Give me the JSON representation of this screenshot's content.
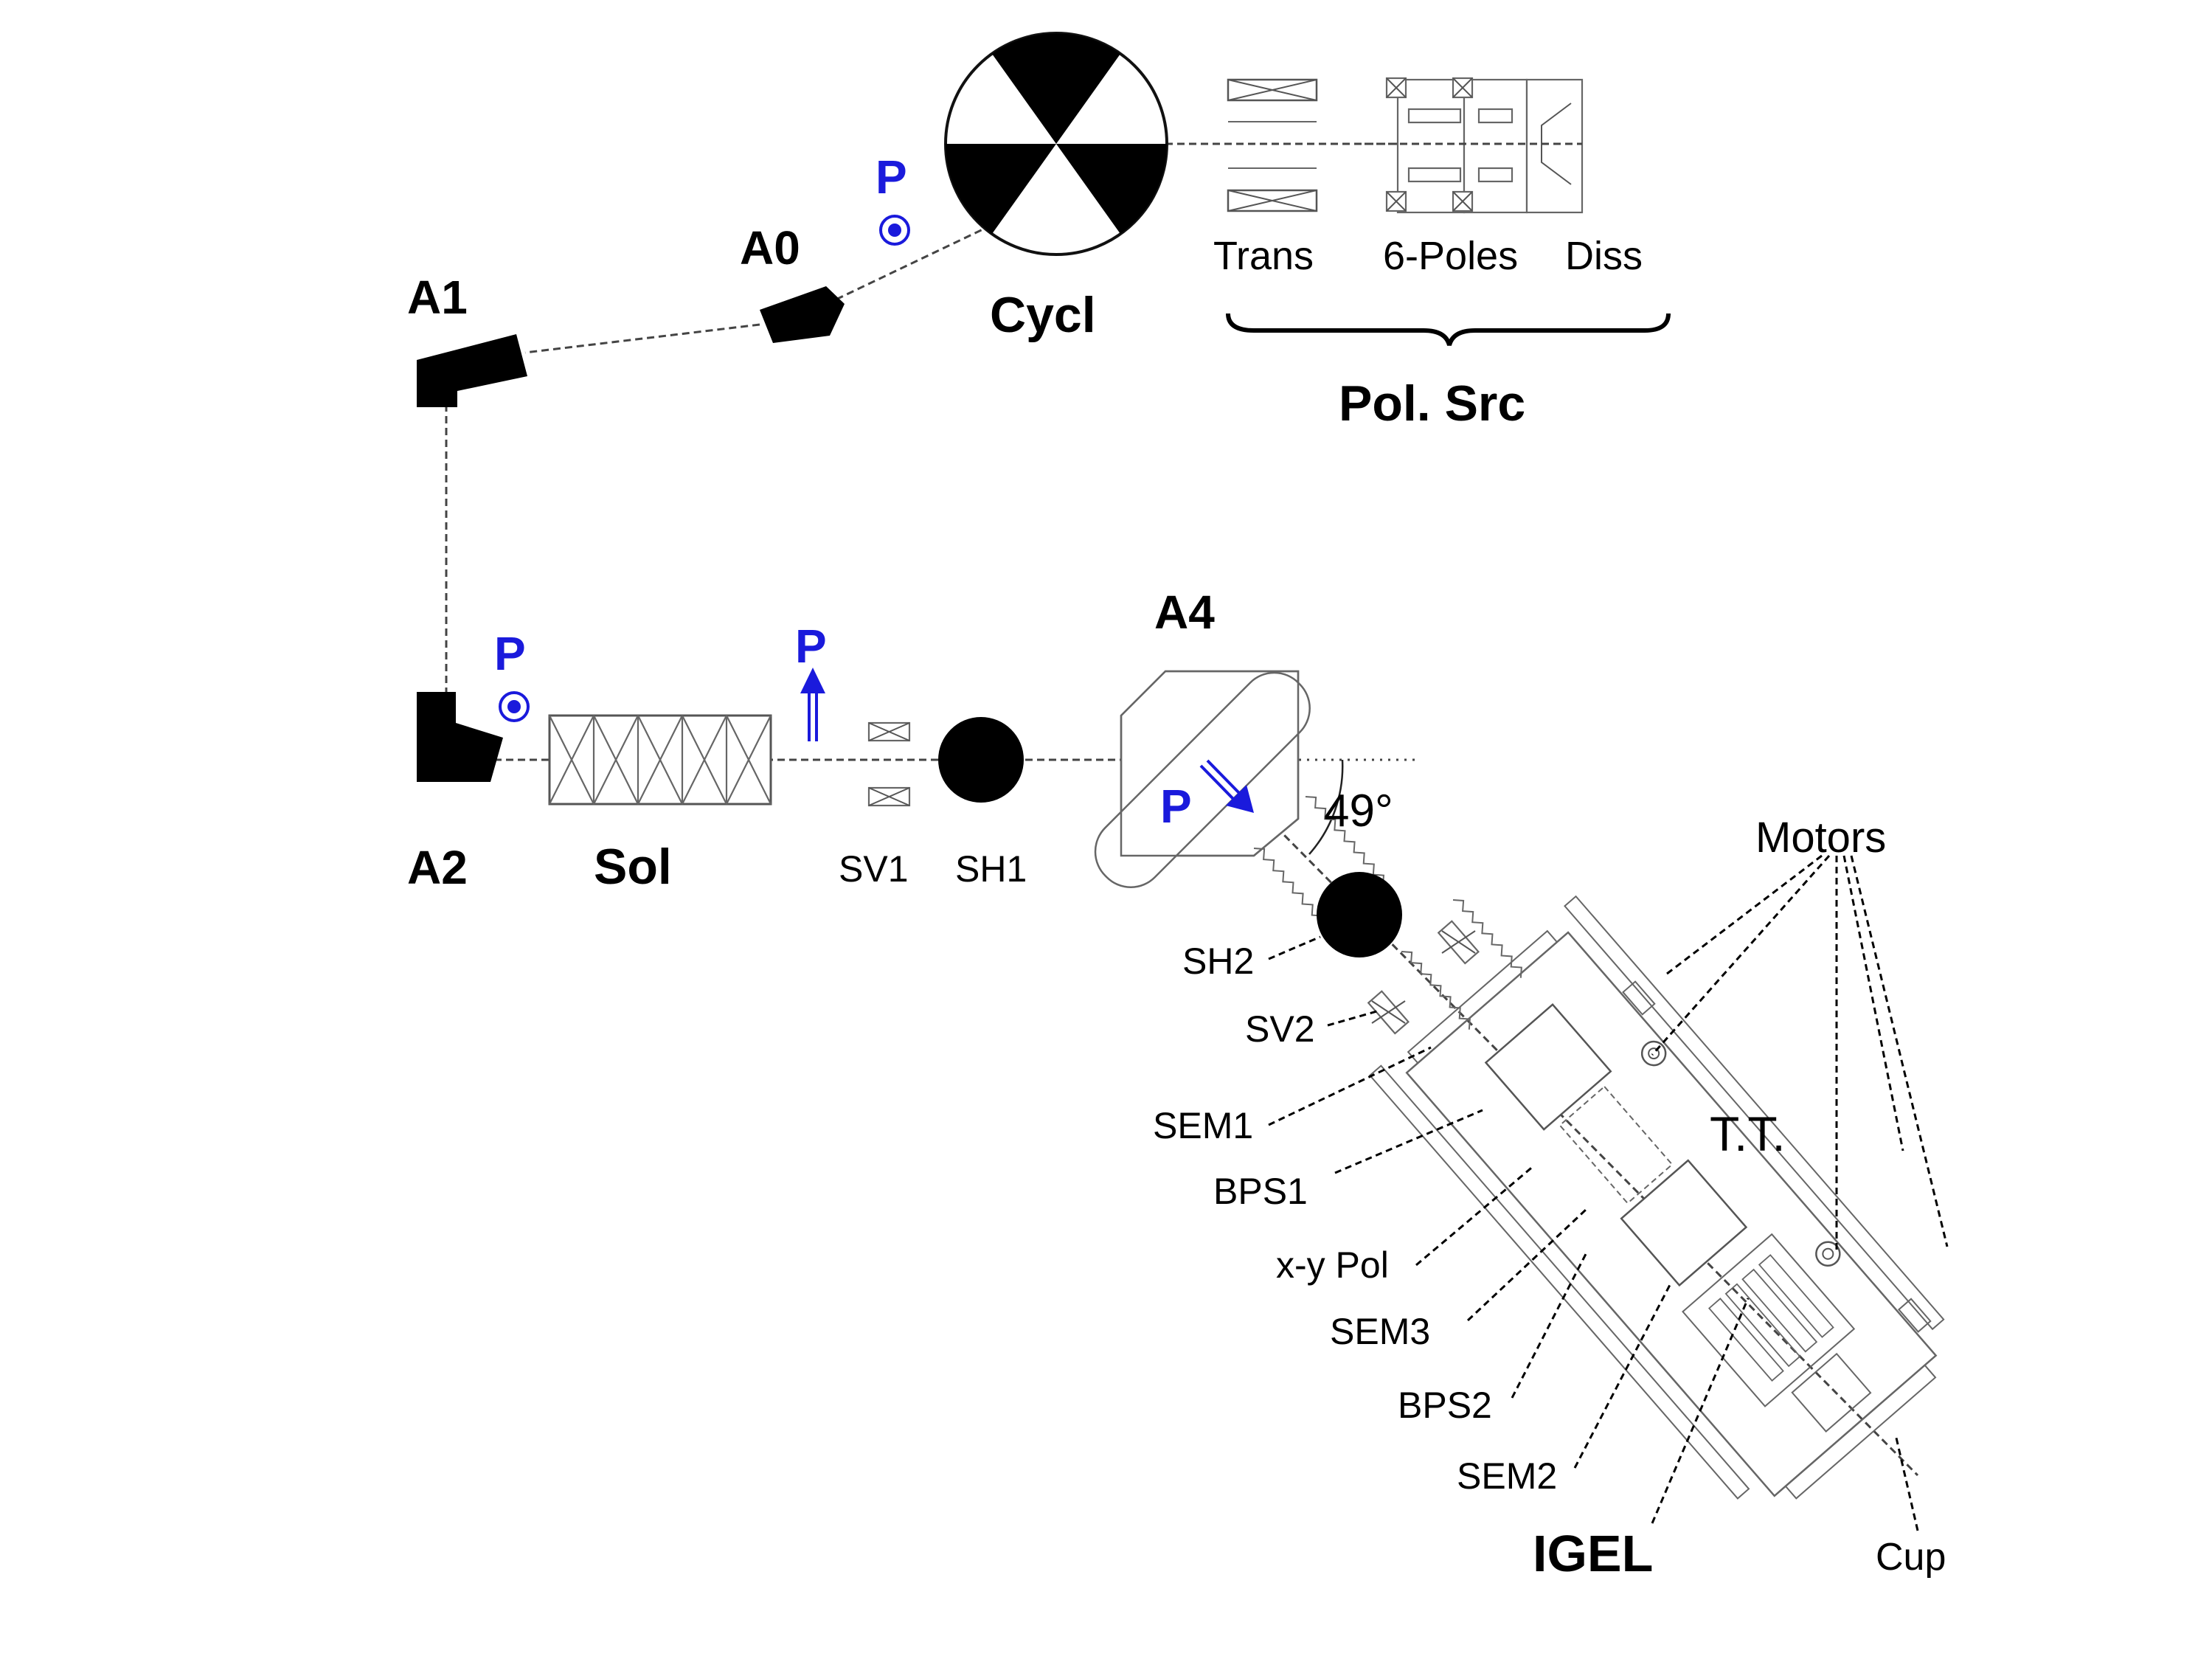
{
  "labels": {
    "a0": "A0",
    "a1": "A1",
    "a2": "A2",
    "a4": "A4",
    "cycl": "Cycl",
    "sol": "Sol",
    "trans": "Trans",
    "six_poles": "6-Poles",
    "diss": "Diss",
    "pol_src": "Pol. Src",
    "sv1": "SV1",
    "sh1": "SH1",
    "sh2": "SH2",
    "sv2": "SV2",
    "sem1": "SEM1",
    "bps1": "BPS1",
    "xy_pol": "x-y Pol",
    "sem3": "SEM3",
    "bps2": "BPS2",
    "sem2": "SEM2",
    "igel": "IGEL",
    "cup": "Cup",
    "tt": "T.T.",
    "motors": "Motors",
    "angle": "49°"
  },
  "polarization": {
    "symbol": "P",
    "markers": [
      "p-out-of-plane-after-cyclotron",
      "p-out-of-plane-after-A2",
      "p-up-after-solenoid",
      "p-along-beam-after-A4"
    ]
  },
  "colors": {
    "polarization": "#1a1adc",
    "magnet": "#000000",
    "outline": "#666666"
  }
}
